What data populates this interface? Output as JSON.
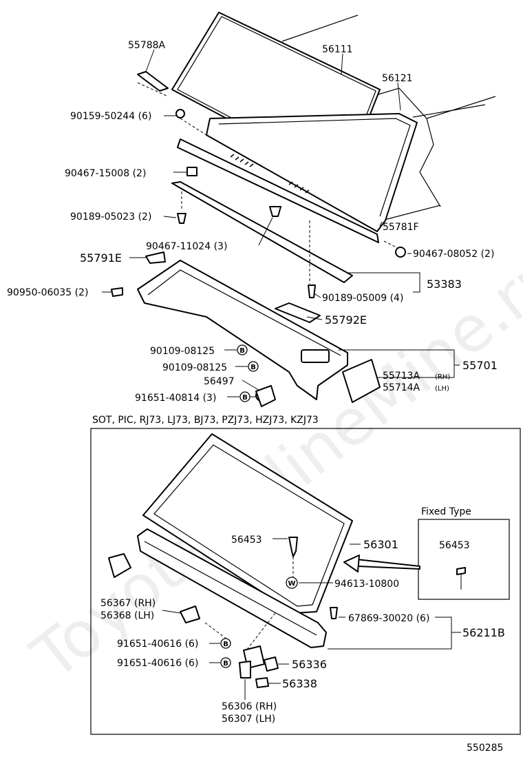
{
  "watermark": "ToyotaOnlineMine.ru",
  "diagram_id": "550285",
  "section_header": "SOT, PIC, RJ73, LJ73, BJ73, PZJ73, HZJ73, KZJ73",
  "fixed_type_title": "Fixed Type",
  "fixed_type_part": "56453",
  "bolt_letter": "B",
  "washer_letter": "W",
  "parts": {
    "p55788A": "55788A",
    "p56111": "56111",
    "p56121": "56121",
    "p90159": "90159-50244 (6)",
    "p90467_15008": "90467-15008 (2)",
    "p90189_05023": "90189-05023 (2)",
    "p55781F": "55781F",
    "p90467_11024": "90467-11024 (3)",
    "p90467_08052": "90467-08052 (2)",
    "p55791E": "55791E",
    "p53383": "53383",
    "p90950": "90950-06035 (2)",
    "p90189_05009": "90189-05009 (4)",
    "p55792E": "55792E",
    "p90109_a": "90109-08125",
    "p90109_b": "90109-08125",
    "p55701": "55701",
    "p56497": "56497",
    "p55713A": "55713A",
    "p55713A_side": "(RH)",
    "p55714A": "55714A",
    "p55714A_side": "(LH)",
    "p91651_40814": "91651-40814 (3)",
    "p56453": "56453",
    "p56301": "56301",
    "p94613": "94613-10800",
    "p56367": "56367 (RH)",
    "p56368": "56368 (LH)",
    "p67869": "67869-30020 (6)",
    "p56211B": "56211B",
    "p91651_a": "91651-40616 (6)",
    "p91651_b": "91651-40616 (6)",
    "p56336": "56336",
    "p56338": "56338",
    "p56306": "56306 (RH)",
    "p56307": "56307 (LH)"
  }
}
